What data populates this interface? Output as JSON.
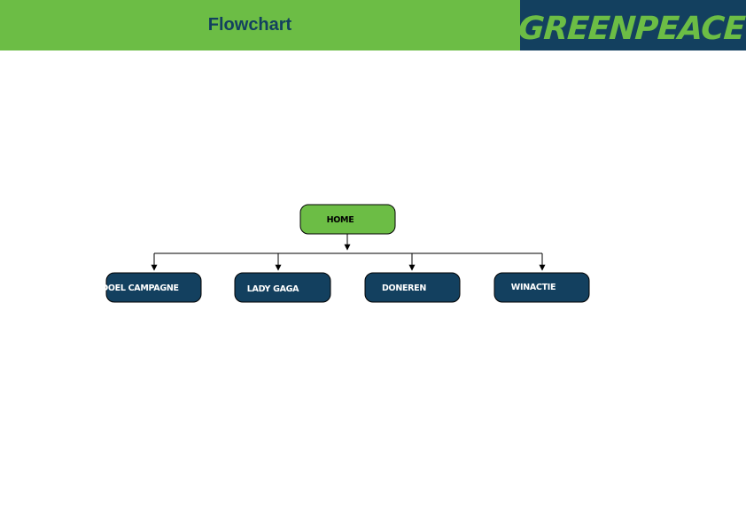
{
  "header": {
    "title": "Flowchart",
    "brand": "GREENPEACE"
  },
  "colors": {
    "header_green": "#6cbd45",
    "brand_navy": "#13405f",
    "root_node_fill": "#6cbd45",
    "child_node_fill": "#13405f",
    "connector": "#000000"
  },
  "flowchart": {
    "root": {
      "label": "HOME"
    },
    "children": [
      {
        "label": "DOEL CAMPAGNE"
      },
      {
        "label": "LADY GAGA"
      },
      {
        "label": "DONEREN"
      },
      {
        "label": "WINACTIE"
      }
    ]
  }
}
